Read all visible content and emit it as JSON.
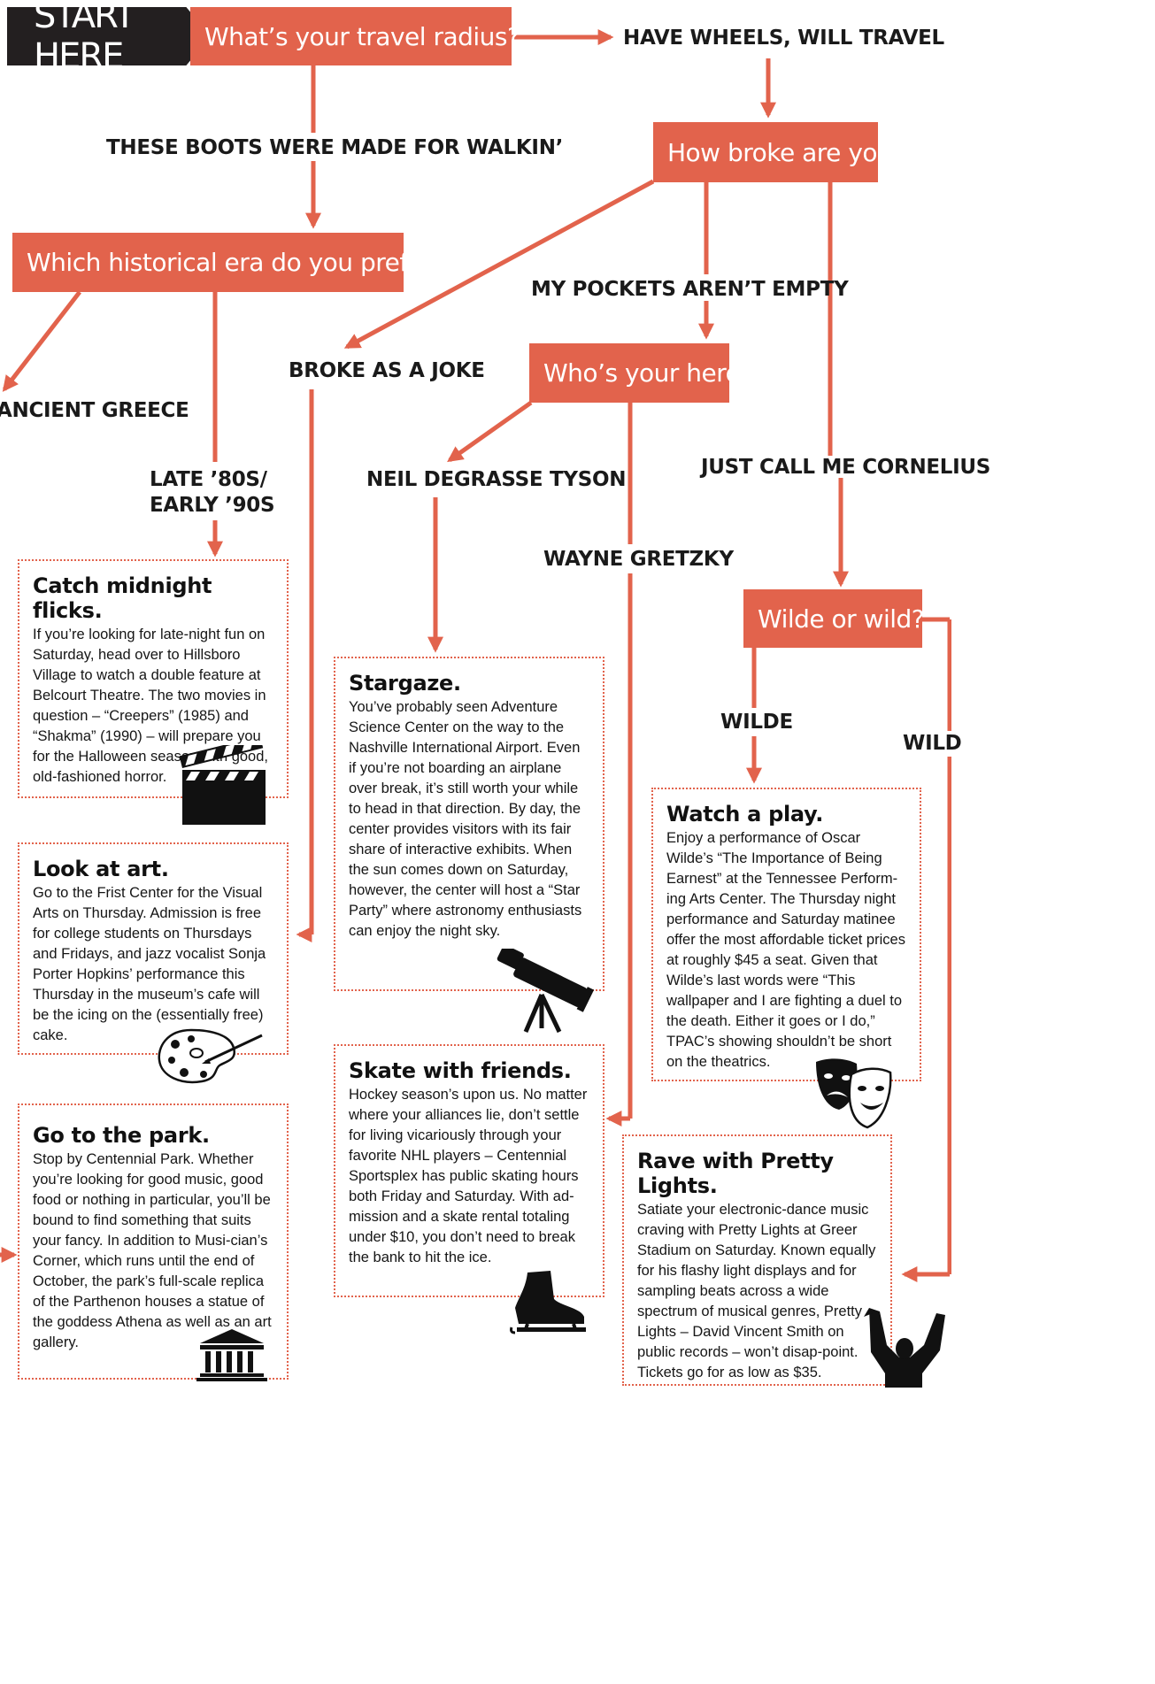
{
  "start": {
    "label": "START HERE"
  },
  "questions": {
    "radius": "What’s your travel radius?",
    "broke": "How broke are you?",
    "era": "Which historical era do you prefer?",
    "hero": "Who’s your hero?",
    "wilde": "Wilde or wild?"
  },
  "answers": {
    "wheels": "HAVE WHEELS, WILL TRAVEL",
    "boots": "THESE BOOTS WERE MADE FOR WALKIN’",
    "pockets": "MY POCKETS AREN’T EMPTY",
    "broke_joke": "BROKE AS A JOKE",
    "ancient": "ANCIENT GREECE",
    "eighties_1": "LATE ’80S/",
    "eighties_2": "EARLY ’90S",
    "tyson": "NEIL DEGRASSE TYSON",
    "cornelius": "JUST CALL ME CORNELIUS",
    "gretzky": "WAYNE GRETZKY",
    "wilde": "WILDE",
    "wild": "WILD"
  },
  "cards": {
    "flicks": {
      "title": "Catch midnight flicks.",
      "body": "If you’re looking for late-night fun on Saturday, head over to Hillsboro Village to watch a double feature at Belcourt Theatre. The two movies in question – “Creepers” (1985) and “Shakma” (1990) – will prepare you for the Halloween season with good, old-fashioned horror."
    },
    "art": {
      "title": "Look at art.",
      "body": "Go to the Frist Center for the Visual Arts on Thursday. Admission is free for college students on Thursdays and Fridays, and jazz vocalist Sonja Porter Hopkins’ performance this Thursday in the museum’s cafe will be the icing on the (essentially free) cake."
    },
    "park": {
      "title": "Go to the park.",
      "body": "Stop by Centennial Park. Whether you’re looking for good music, good food or nothing in particular, you’ll be bound to find something that suits your fancy. In addition to Musi-cian’s Corner, which runs until the end of October, the park’s full-scale replica of the Parthenon houses a statue of the goddess Athena as well as an art gallery."
    },
    "stargaze": {
      "title": "Stargaze.",
      "body": "You’ve probably seen Adventure Science Center on the way to the Nashville International Airport. Even if you’re not boarding an airplane over break, it’s still worth your while to head in that direction. By day, the center provides visitors with its fair share of interactive exhibits. When the sun comes down on Saturday, however, the center will host a “Star Party” where astronomy enthusiasts can enjoy the night sky."
    },
    "skate": {
      "title": "Skate with friends.",
      "body": "Hockey season’s upon us. No matter where your alliances lie, don’t settle for living vicariously through your favorite NHL players – Centennial Sportsplex has public skating hours both Friday and Saturday. With ad-mission and a skate rental totaling under $10, you don’t need to break the bank to hit the ice."
    },
    "play": {
      "title": "Watch a play.",
      "body": "Enjoy a performance of Oscar Wilde’s “The Importance of Being Earnest” at the Tennessee Perform-ing Arts Center. The Thursday night performance and Saturday matinee offer the most affordable ticket prices at roughly $45 a seat. Given that Wilde’s last words were “This wallpaper and I are fighting a duel to the death. Either it goes or I do,” TPAC’s showing shouldn’t be short on the theatrics."
    },
    "rave": {
      "title": "Rave with Pretty Lights.",
      "body": "Satiate your electronic-dance music craving with Pretty Lights at Greer Stadium on Saturday. Known equally for his flashy light displays and for sampling beats across a wide spectrum of musical genres, Pretty Lights – David Vincent Smith on public records – won’t disap-point. Tickets go for as low as $35."
    }
  },
  "colors": {
    "accent": "#e2634c",
    "dark": "#231f20"
  },
  "icons": [
    "clapperboard-icon",
    "paint-palette-icon",
    "parthenon-icon",
    "telescope-icon",
    "ice-skate-icon",
    "theater-masks-icon",
    "raised-arms-icon"
  ]
}
